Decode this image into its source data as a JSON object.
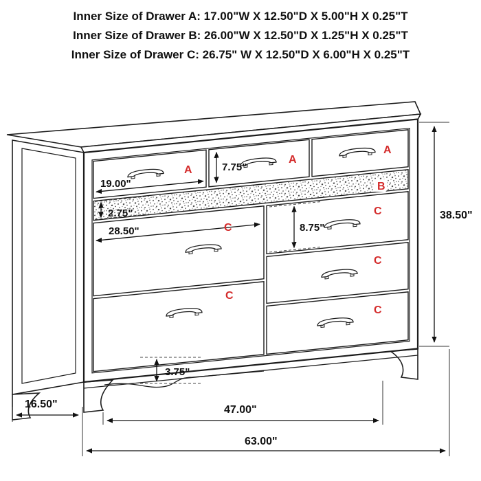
{
  "header": {
    "lines": [
      "Inner Size of Drawer A: 17.00\"W X 12.50\"D X 5.00\"H X 0.25\"T",
      "Inner Size of Drawer B: 26.00\"W X 12.50\"D X 1.25\"H X 0.25\"T",
      "Inner Size of Drawer C: 26.75\" W X 12.50\"D X 6.00\"H X 0.25\"T"
    ]
  },
  "diagram": {
    "drawer_labels": {
      "a1": "A",
      "a2": "A",
      "a3": "A",
      "b": "B",
      "c_left_top": "C",
      "c_left_bottom": "C",
      "c_right_top": "C",
      "c_right_middle": "C",
      "c_right_bottom": "C"
    },
    "dimensions": {
      "drawer_a_width": "19.00\"",
      "drawer_a_front_height": "7.75\"",
      "drawer_b_front_height": "2.75\"",
      "drawer_c_width": "28.50\"",
      "drawer_c_front_height": "8.75\"",
      "overall_height": "38.50\"",
      "base_height": "3.75\"",
      "side_depth": "16.50\"",
      "feet_span": "47.00\"",
      "overall_width": "63.00\""
    },
    "colors": {
      "label_red": "#d42b2b",
      "line": "#1c1c1c"
    }
  }
}
